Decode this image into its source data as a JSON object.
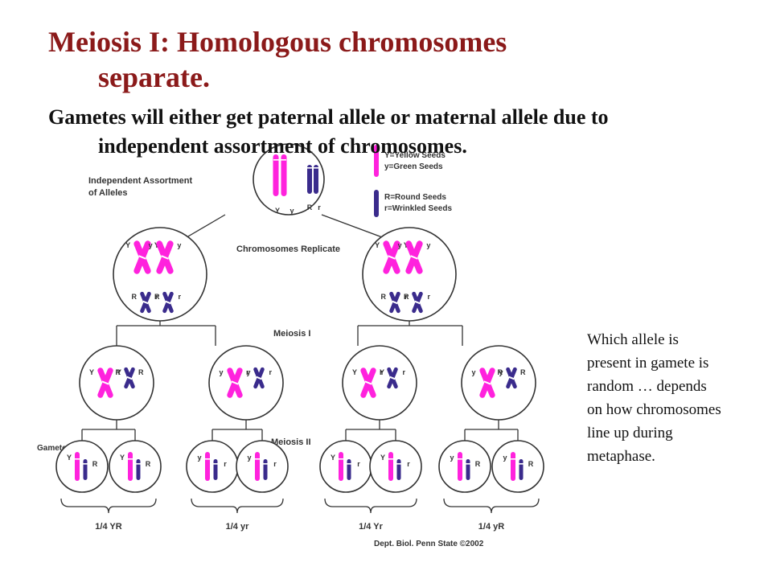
{
  "title": {
    "line1": "Meiosis I:  Homologous chromosomes",
    "line2": "separate."
  },
  "subtitle": {
    "line1": "Gametes will either get paternal allele or maternal allele due to",
    "line2": "independent assortment of chromosomes."
  },
  "side_note": "Which allele is present in gamete is random … depends on how chromosomes line up during metaphase.",
  "diagram": {
    "heading_line1": "Independent Assortment",
    "heading_line2": "of Alleles",
    "legend": {
      "y_big": "Y=Yellow Seeds",
      "y_small": "y=Green Seeds",
      "r_big": "R=Round Seeds",
      "r_small": "r=Wrinkled Seeds"
    },
    "step_replicate": "Chromosomes Replicate",
    "step_meiosis1": "Meiosis I",
    "step_meiosis2": "Meiosis II",
    "gametes_label": "Gametes",
    "fractions": [
      "1/4 YR",
      "1/4 yr",
      "1/4 Yr",
      "1/4 yR"
    ],
    "allele": {
      "Y": "Y",
      "y": "y",
      "R": "R",
      "r": "r"
    },
    "credit": "Dept. Biol. Penn State ©2002",
    "colors": {
      "yellow_chrom": "#ff22dd",
      "round_chrom": "#3a2b8c"
    }
  }
}
